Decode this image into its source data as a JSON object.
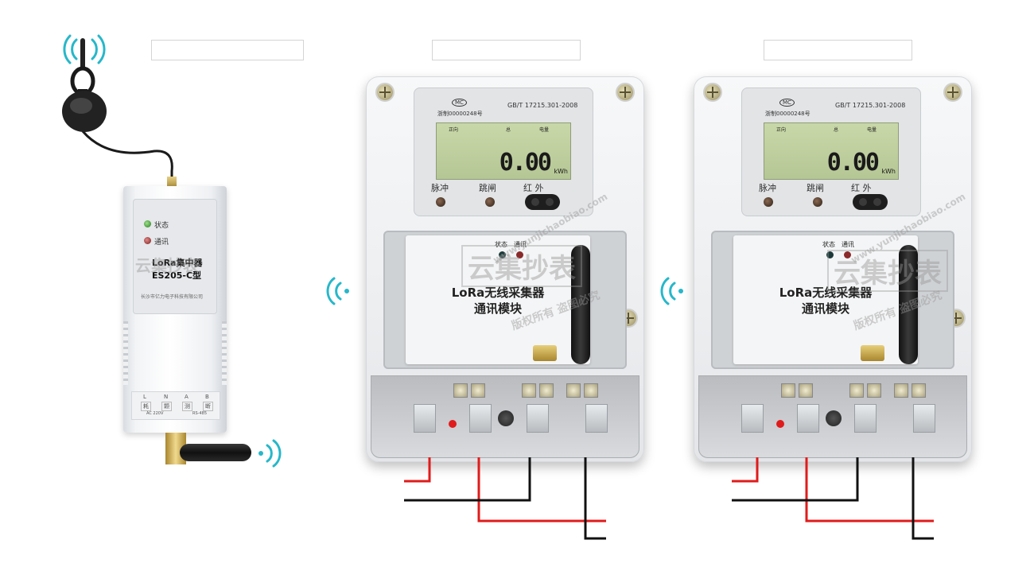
{
  "concentrator": {
    "led_status_label": "状态",
    "led_comm_label": "通讯",
    "name_line1": "LoRa集中器",
    "name_line2": "ES205-C型",
    "maker": "长沙市亿力电子科技有限公司",
    "terminal_labels": [
      "L",
      "N",
      "A",
      "B"
    ],
    "terminal_keys": [
      "耗",
      "颗",
      "测",
      "断"
    ],
    "terminal_note_left": "AC 220V",
    "terminal_note_right": "RS-485"
  },
  "meters": [
    {
      "cert_logo": "MC",
      "cert_no": "浙制00000248号",
      "standard": "GB/T 17215.301-2008",
      "lcd_left": "正向",
      "lcd_mid": "总",
      "lcd_right": "电量",
      "reading": "0.00",
      "unit": "kWh",
      "pulse_label": "脉冲",
      "trip_label": "跳闸",
      "ir_label": "红 外",
      "module_status_label": "状态",
      "module_comm_label": "通讯",
      "module_title_line1": "LoRa无线采集器",
      "module_title_line2": "通讯模块"
    },
    {
      "cert_logo": "MC",
      "cert_no": "浙制00000248号",
      "standard": "GB/T 17215.301-2008",
      "lcd_left": "正向",
      "lcd_mid": "总",
      "lcd_right": "电量",
      "reading": "0.00",
      "unit": "kWh",
      "pulse_label": "脉冲",
      "trip_label": "跳闸",
      "ir_label": "红 外",
      "module_status_label": "状态",
      "module_comm_label": "通讯",
      "module_title_line1": "LoRa无线采集器",
      "module_title_line2": "通讯模块"
    }
  ],
  "watermark": {
    "main": "云集抄表",
    "url": "www.yunjichaobiao.com",
    "sub": "版权所有 盗图必究"
  },
  "colors": {
    "signal": "#27b7c9",
    "wire_red": "#e01b1b",
    "wire_black": "#111111"
  }
}
